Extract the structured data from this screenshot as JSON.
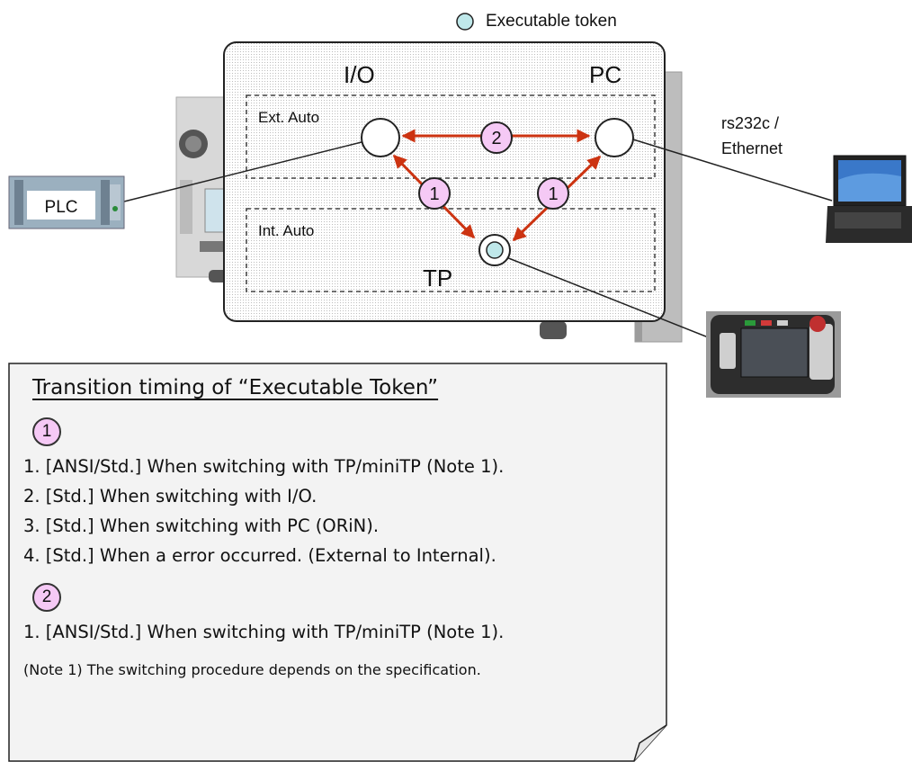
{
  "legend": {
    "label": "Executable token",
    "color": "#bfe8ea"
  },
  "zones": {
    "ext": "Ext. Auto",
    "int": "Int. Auto"
  },
  "nodes": {
    "io": "I/O",
    "pc": "PC",
    "tp": "TP"
  },
  "arrows": {
    "mid": "2",
    "left": "1",
    "right": "1"
  },
  "devices": {
    "plc": "PLC",
    "comm_line1": "rs232c /",
    "comm_line2": "Ethernet"
  },
  "notes": {
    "heading": "Transition timing of “Executable Token”",
    "group1": {
      "marker": "1",
      "items": [
        "1. [ANSI/Std.] When switching with TP/miniTP (Note 1).",
        "2. [Std.] When switching with I/O.",
        "3. [Std.] When switching with PC (ORiN).",
        "4. [Std.] When a error occurred. (External to Internal)."
      ]
    },
    "group2": {
      "marker": "2",
      "items": [
        "1. [ANSI/Std.] When switching with TP/miniTP (Note 1)."
      ]
    },
    "footnote": "(Note 1) The switching procedure depends on the specification."
  },
  "colors": {
    "arrow": "#cc3311",
    "marker_fill": "#f5c9f5",
    "token_fill": "#bfe8ea"
  }
}
